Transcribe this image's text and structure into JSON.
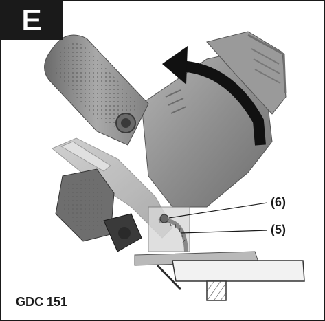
{
  "figure": {
    "letter": "E",
    "model": "GDC 151"
  },
  "callouts": [
    {
      "label": "(6)"
    },
    {
      "label": "(5)"
    }
  ],
  "colors": {
    "badge_background": "#1a1a1a",
    "badge_text": "#ffffff",
    "tool_body": "#8c8c8c",
    "tool_dark": "#3a3a3a",
    "arrow": "#111111"
  }
}
